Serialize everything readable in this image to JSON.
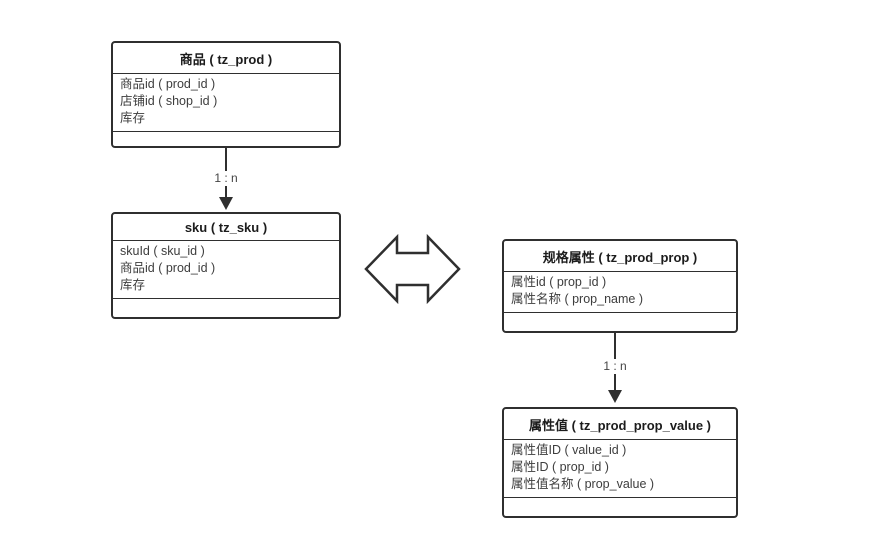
{
  "diagram": {
    "line_color": "#2f2f2f",
    "text_color": "#3d3d3d",
    "title_color": "#1c1c1c",
    "background_color": "#ffffff"
  },
  "tables": {
    "prod": {
      "title": "商品 ( tz_prod )",
      "fields": [
        "商品id ( prod_id )",
        "店铺id ( shop_id )",
        "库存"
      ]
    },
    "sku": {
      "title": "sku ( tz_sku )",
      "fields": [
        "skuId ( sku_id )",
        "商品id ( prod_id )",
        "库存"
      ]
    },
    "prop": {
      "title": "规格属性 ( tz_prod_prop )",
      "fields": [
        "属性id ( prop_id )",
        "属性名称 ( prop_name )"
      ]
    },
    "prop_value": {
      "title": "属性值 ( tz_prod_prop_value )",
      "fields": [
        "属性值ID ( value_id )",
        "属性ID ( prop_id )",
        "属性值名称 ( prop_value )"
      ]
    }
  },
  "connectors": {
    "prod_to_sku": {
      "label": "1 : n"
    },
    "prop_to_value": {
      "label": "1 : n"
    }
  }
}
